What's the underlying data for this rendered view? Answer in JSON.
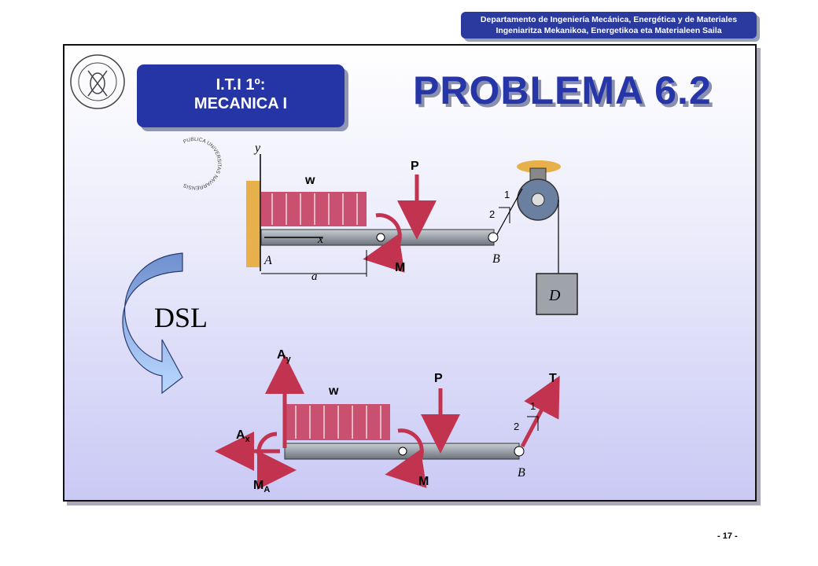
{
  "header": {
    "department_line1": "Departamento de Ingeniería Mecánica, Energética y de Materiales",
    "department_line2": "Ingeniaritza  Mekanikoa, Energetikoa eta Materialeen Saila"
  },
  "logo": {
    "seal_text": "PUBLICA UNIVERSITAS NAVARRENSIS"
  },
  "course": {
    "line1": "I.T.I 1º:",
    "line2": "MECANICA I"
  },
  "title": "PROBLEMA 6.2",
  "arrow_label": "DSL",
  "page_number": "- 17 -",
  "figure_top": {
    "labels": {
      "y": "y",
      "w": "w",
      "P": "P",
      "x": "x",
      "A": "A",
      "B": "B",
      "M": "M",
      "a": "a",
      "D": "D",
      "one": "1",
      "two": "2"
    }
  },
  "figure_bottom": {
    "labels": {
      "Ay": "A",
      "Ay_sub": "y",
      "Ax": "A",
      "Ax_sub": "x",
      "MA": "M",
      "MA_sub": "A",
      "w": "w",
      "P": "P",
      "T": "T",
      "M": "M",
      "B": "B",
      "one": "1",
      "two": "2"
    }
  },
  "colors": {
    "title": "#2636a8",
    "course_box": "#2535a6",
    "load_fill": "#c9506e",
    "force_arrow": "#c2334f",
    "beam": "#9aa0a8"
  }
}
